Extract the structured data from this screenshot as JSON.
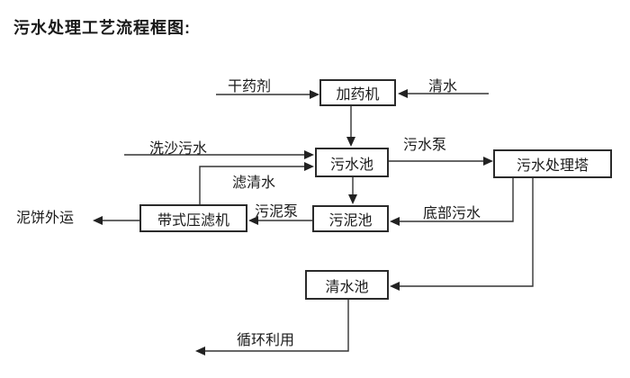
{
  "title": "污水处理工艺流程框图:",
  "flowchart": {
    "background": "#ffffff",
    "line_color": "#333333",
    "box_border_color": "#2b2b2b",
    "nodes": {
      "dosing_machine": {
        "label": "加药机"
      },
      "sewage_pool": {
        "label": "污水池"
      },
      "treatment_tower": {
        "label": "污水处理塔"
      },
      "sludge_pool": {
        "label": "污泥池"
      },
      "belt_filter_press": {
        "label": "带式压滤机"
      },
      "clear_water_pool": {
        "label": "清水池"
      }
    },
    "flow_labels": {
      "dry_agent": {
        "text": "干药剂"
      },
      "clean_water": {
        "text": "清水"
      },
      "sand_washing_sewage": {
        "text": "洗沙污水"
      },
      "sewage_pump": {
        "text": "污水泵"
      },
      "filtered_water": {
        "text": "滤清水"
      },
      "sludge_pump": {
        "text": "污泥泵"
      },
      "bottom_sewage": {
        "text": "底部污水"
      },
      "mud_cake_transport": {
        "text": "泥饼外运"
      },
      "recycle_use": {
        "text": "循环利用"
      }
    }
  }
}
